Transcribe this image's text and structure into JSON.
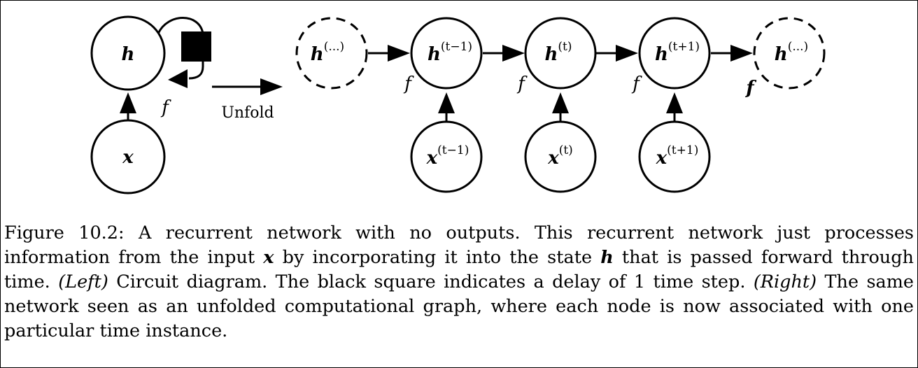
{
  "diagram": {
    "left": {
      "hidden_label": "h",
      "input_label": "x",
      "function_label": "f"
    },
    "unfold_label": "Unfold",
    "right": {
      "hidden_nodes": [
        {
          "base": "h",
          "sup": "(...)",
          "dashed": true
        },
        {
          "base": "h",
          "sup": "(t−1)",
          "dashed": false
        },
        {
          "base": "h",
          "sup": "(t)",
          "dashed": false
        },
        {
          "base": "h",
          "sup": "(t+1)",
          "dashed": false
        },
        {
          "base": "h",
          "sup": "(...)",
          "dashed": true
        }
      ],
      "input_nodes": [
        {
          "base": "x",
          "sup": "(t−1)"
        },
        {
          "base": "x",
          "sup": "(t)"
        },
        {
          "base": "x",
          "sup": "(t+1)"
        }
      ],
      "function_labels": [
        "f",
        "f",
        "f",
        "f"
      ]
    }
  },
  "caption": {
    "parts": [
      {
        "text": "Figure 10.2: A recurrent network with no outputs. This recurrent network just processes information from the input ",
        "style": "normal"
      },
      {
        "text": "x",
        "style": "bold-italic"
      },
      {
        "text": " by incorporating it into the state ",
        "style": "normal"
      },
      {
        "text": "h",
        "style": "bold-italic"
      },
      {
        "text": " that is passed forward through time. ",
        "style": "normal"
      },
      {
        "text": "(Left)",
        "style": "italic"
      },
      {
        "text": " Circuit diagram. The black square indicates a delay of 1 time step. ",
        "style": "normal"
      },
      {
        "text": "(Right)",
        "style": "italic"
      },
      {
        "text": " The same network seen as an unfolded computational graph, where each node is now associated with one particular time instance.",
        "style": "normal"
      }
    ]
  }
}
